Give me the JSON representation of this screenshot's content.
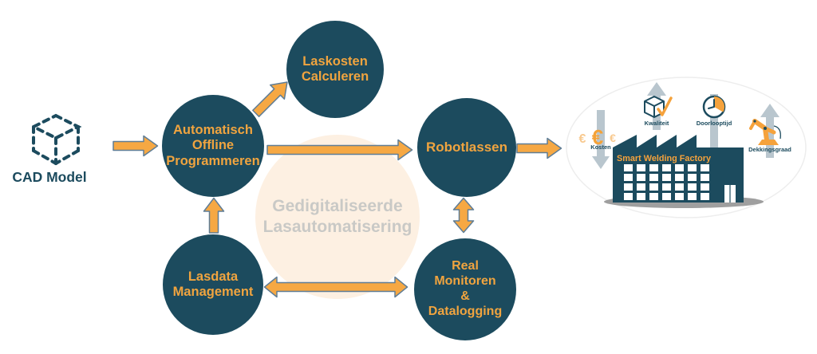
{
  "diagram": {
    "cad": {
      "label": "CAD Model",
      "icon": "dashed-cube-icon"
    },
    "circles": {
      "laskosten": "Laskosten\nCalculeren",
      "aop": "Automatisch\nOffline\nProgrammeren",
      "robotlassen": "Robotlassen",
      "lasdata": "Lasdata\nManagement",
      "monitoring": "Real\nMonitoren\n&\nDatalogging"
    },
    "center": {
      "label": "Gedigitaliseerde\nLasautomatisering"
    }
  },
  "factory": {
    "name": "Smart Welding Factory",
    "euros": [
      "€",
      "€",
      "€"
    ],
    "metrics": [
      {
        "label": "Kosten",
        "icon": "euro-coins-icon",
        "trend": "down"
      },
      {
        "label": "Kwaliteit",
        "icon": "quality-check-cube-icon",
        "trend": "up"
      },
      {
        "label": "Doorlooptijd",
        "icon": "clock-icon",
        "trend": "down"
      },
      {
        "label": "Dekkingsgraad",
        "icon": "welding-robot-icon",
        "trend": "up"
      }
    ]
  },
  "colors": {
    "teal": "#1c4b5e",
    "node_text_orange": "#f0a43f",
    "arrow_orange": "#f6a843",
    "arrow_outline": "#5f7d96",
    "peach": "#fdf0e2",
    "center_text_gray": "#c9c9c6",
    "trend_arrow_gray": "#b9c6ce",
    "factory_name_orange": "#f5a23c"
  }
}
